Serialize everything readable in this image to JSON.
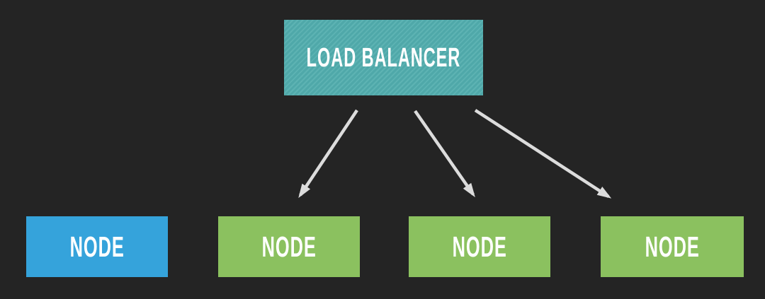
{
  "diagram": {
    "background_color": "#242424",
    "arrow_color": "#DCDCDC",
    "load_balancer": {
      "label": "LOAD BALANCER",
      "fill": "#4FA8A9",
      "stripe_color": "#5DB3B3",
      "text_color": "#FFFFFF"
    },
    "nodes": [
      {
        "id": "node-1",
        "label": "NODE",
        "fill": "#35A3DB"
      },
      {
        "id": "node-2",
        "label": "NODE",
        "fill": "#8BC15F"
      },
      {
        "id": "node-3",
        "label": "NODE",
        "fill": "#8BC15F"
      },
      {
        "id": "node-4",
        "label": "NODE",
        "fill": "#8BC15F"
      }
    ],
    "edges": [
      {
        "from": "load-balancer",
        "to": "node-2"
      },
      {
        "from": "load-balancer",
        "to": "node-3"
      },
      {
        "from": "load-balancer",
        "to": "node-4"
      }
    ]
  }
}
